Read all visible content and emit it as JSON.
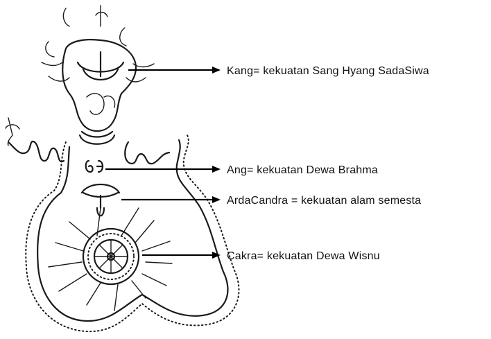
{
  "labels": {
    "kang": "Kang= kekuatan Sang Hyang SadaSiwa",
    "ang": "Ang= kekuatan Dewa Brahma",
    "ardacandra": "ArdaCandra = kekuatan alam semesta",
    "cakra": "Cakra= kekuatan Dewa Wisnu"
  },
  "colors": {
    "ink": "#1a1a1a",
    "background": "#ffffff"
  }
}
